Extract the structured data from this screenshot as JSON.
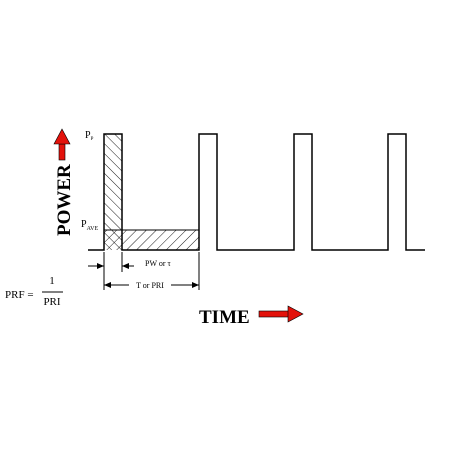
{
  "labels": {
    "power": "POWER",
    "time": "TIME",
    "p_peak_main": "P",
    "p_peak_sub": "P",
    "p_ave_main": "P",
    "p_ave_sub": "AVE",
    "pulse_width": "PW or τ",
    "period": "T or PRI",
    "prf_lhs": "PRF =",
    "prf_numerator": "1",
    "prf_denominator": "PRI"
  },
  "colors": {
    "line": "#000000",
    "arrow": "#e3120b",
    "background": "#ffffff"
  },
  "icons": {
    "power_arrow": "arrow-up-icon",
    "time_arrow": "arrow-right-icon"
  }
}
